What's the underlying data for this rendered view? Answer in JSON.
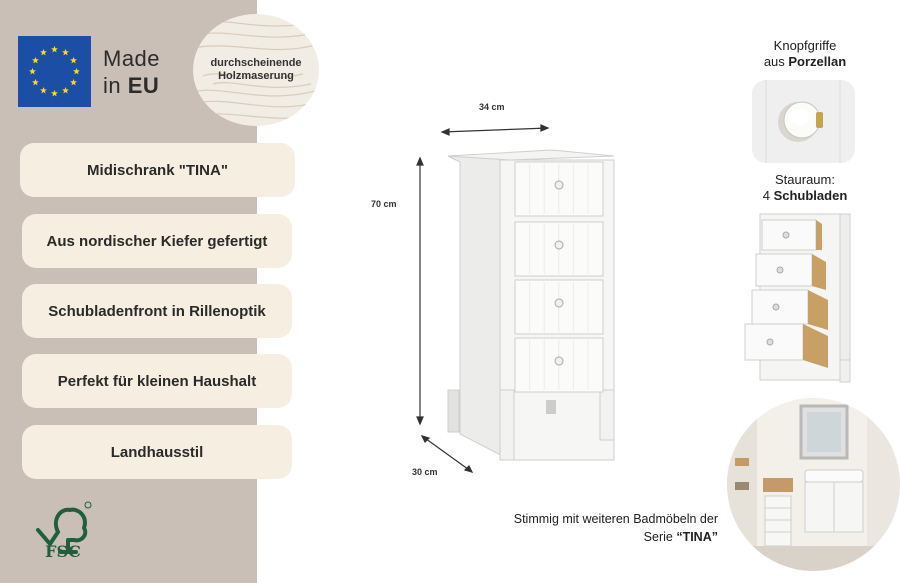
{
  "badge": {
    "made_line1": "Made",
    "made_line2_prefix": "in ",
    "made_line2_bold": "EU"
  },
  "wood": {
    "line1": "durchscheinende",
    "line2": "Holzmaserung"
  },
  "features": [
    "Midischrank \"TINA\"",
    "Aus nordischer Kiefer gefertigt",
    "Schubladenfront in Rillenoptik",
    "Perfekt für kleinen Haushalt",
    "Landhausstil"
  ],
  "fsc": {
    "label": "FSC"
  },
  "dimensions": {
    "width": "34 cm",
    "height": "70 cm",
    "depth": "30 cm"
  },
  "knob": {
    "line1": "Knopfgriffe",
    "line2_prefix": "aus ",
    "line2_bold": "Porzellan"
  },
  "storage": {
    "line1": "Stauraum:",
    "line2_prefix": "4 ",
    "line2_bold": "Schubladen"
  },
  "match": {
    "line1": "Stimmig mit weiteren Badmöbeln der",
    "line2_prefix": "Serie ",
    "line2_bold": "“TINA”"
  },
  "colors": {
    "sidebar": "#c9bfb6",
    "pill": "#f6efe1",
    "eu_blue": "#1d4ea6",
    "eu_star": "#ffdd00",
    "fsc_green": "#1f5f3e"
  }
}
